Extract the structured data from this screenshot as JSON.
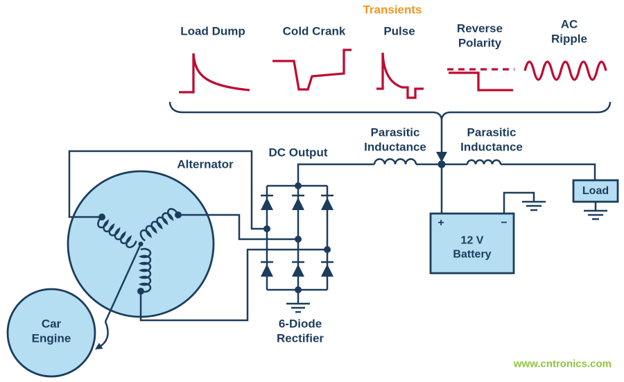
{
  "title": {
    "text": "Transients"
  },
  "transients": {
    "waveforms": [
      {
        "name": "load-dump",
        "label": "Load Dump"
      },
      {
        "name": "cold-crank",
        "label": "Cold Crank"
      },
      {
        "name": "pulse",
        "label": "Pulse"
      },
      {
        "name": "reverse-polarity",
        "label": "Reverse\nPolarity"
      },
      {
        "name": "ac-ripple",
        "label": "AC Ripple"
      }
    ]
  },
  "circuit": {
    "alternator_label": "Alternator",
    "dc_output_label": "DC Output",
    "parasitic_inductance_1": "Parasitic\nInductance",
    "parasitic_inductance_2": "Parasitic\nInductance",
    "rectifier_label": "6-Diode\nRectifier",
    "car_engine_label": "Car\nEngine",
    "battery": {
      "plus": "+",
      "minus": "−",
      "label": "12 V\nBattery"
    },
    "load_label": "Load"
  },
  "watermark": "www.cntronics.com",
  "colors": {
    "navy": "#1c3c5c",
    "crimson": "#be0b32",
    "orange": "#f7941d",
    "lightblue": "#b5def2",
    "green": "#8cc63e",
    "bg": "#ffffff"
  }
}
